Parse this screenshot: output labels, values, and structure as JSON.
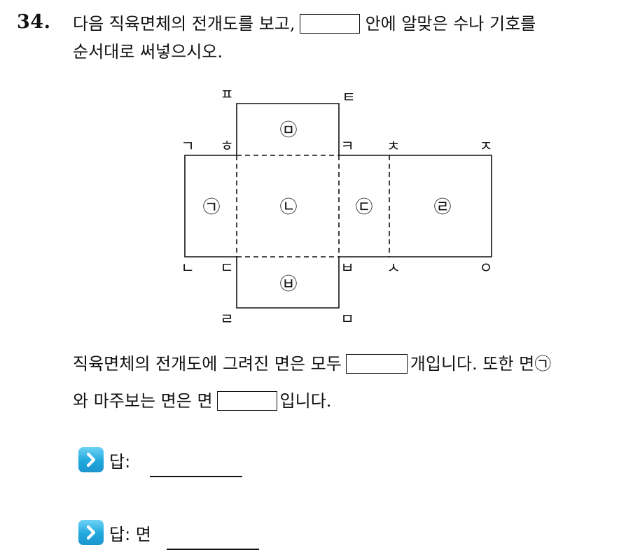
{
  "question": {
    "number": "34.",
    "line1_before": "다음 직육면체의 전개도를 보고,",
    "line1_after": "안에 알맞은 수나 기호를",
    "line2": "순서대로 써넣으시오."
  },
  "diagram": {
    "vertex_labels": {
      "p": "ㅍ",
      "t": "ㅌ",
      "g": "ㄱ",
      "h": "ㅎ",
      "k": "ㅋ",
      "ch": "ㅊ",
      "j": "ㅈ",
      "n": "ㄴ",
      "d": "ㄷ",
      "b": "ㅂ",
      "s": "ㅅ",
      "o": "ㅇ",
      "r": "ㄹ",
      "m": "ㅁ"
    },
    "face_labels": {
      "top": "㉤",
      "left": "㉠",
      "center": "㉡",
      "right1": "㉢",
      "right2": "㉣",
      "bottom": "㉥"
    }
  },
  "body": {
    "line1_before": "직육면체의 전개도에 그려진 면은 모두",
    "line1_after": "개입니다. 또한 면㉠",
    "line2_before": "와 마주보는 면은 면",
    "line2_after": "입니다."
  },
  "answers": [
    {
      "label": "답:"
    },
    {
      "label": "답: 면"
    }
  ],
  "colors": {
    "icon_light": "#6fd2f5",
    "icon_dark": "#1b95cc",
    "ink": "#111111"
  }
}
